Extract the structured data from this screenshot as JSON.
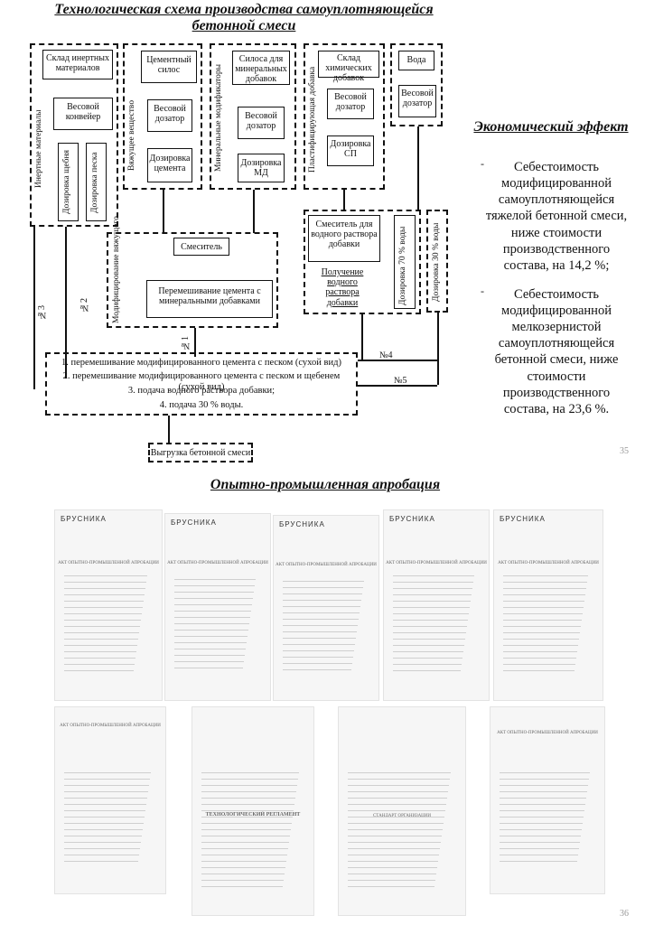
{
  "slide1": {
    "title": "Технологическая схема производства самоуплотняющейся бетонной смеси",
    "page_number": "35",
    "boxes": {
      "inert_storage": "Склад инертных материалов",
      "inert_conveyor": "Весовой конвейер",
      "gravel_dose": "Дозировка щебня",
      "sand_dose": "Дозировка песка",
      "inert_side": "Инертные материалы",
      "cement_silo": "Цементный силос",
      "cement_scale": "Весовой дозатор",
      "cement_dose": "Дозировка цемента",
      "binder_side": "Вяжущее вещество",
      "mineral_silo": "Силоса для минеральных добавок",
      "mineral_scale": "Весовой дозатор",
      "mineral_dose": "Дозировка МД",
      "mineral_side": "Минеральные модификаторы",
      "chem_storage": "Склад химических добавок",
      "chem_scale": "Весовой дозатор",
      "chem_dose": "Дозировка СП",
      "chem_side": "Пластифицирующая добавка",
      "water": "Вода",
      "water_scale": "Весовой дозатор",
      "mixer": "Смеситель",
      "mixing": "Перемешивание цемента с минеральными добавками",
      "mod_side": "Модифицирование вяжущего",
      "admix_mixer": "Смеситель для водного раствора добавки",
      "admix_result": "Получение водного раствора добавки",
      "water70": "Дозировка 70 % воды",
      "water30": "Дозировка 30 % воды",
      "unload": "Выгрузка бетонной смеси"
    },
    "steps": [
      "1. перемешивание модифицированного цемента с песком (сухой вид)",
      "2. перемешивание модифицированного цемента с песком и щебенем (сухой вид)",
      "3. подача водного раствора добавки;",
      "4. подача 30 % воды."
    ],
    "flow_labels": [
      "№1",
      "№2",
      "№3",
      "№4",
      "№5"
    ],
    "economic": {
      "heading": "Экономический эффект",
      "items": [
        "Себестоимость модифицированной самоуплотняющейся тяжелой бетонной смеси, ниже стоимости производственного состава, на 14,2 %;",
        "Себестоимость модифицированной мелкозернистой самоуплотняющейся бетонной смеси, ниже стоимости производственного состава, на 23,6 %."
      ]
    }
  },
  "slide2": {
    "title": "Опытно-промышленная апробация",
    "page_number": "36",
    "logo": "БРУСНИКА",
    "docs_top": [
      "АКТ ОПЫТНО-ПРОМЫШЛЕННОЙ АПРОБАЦИИ",
      "АКТ ОПЫТНО-ПРОМЫШЛЕННОЙ АПРОБАЦИИ",
      "АКТ ОПЫТНО-ПРОМЫШЛЕННОЙ АПРОБАЦИИ",
      "АКТ ОПЫТНО-ПРОМЫШЛЕННОЙ АПРОБАЦИИ",
      "АКТ ОПЫТНО-ПРОМЫШЛЕННОЙ АПРОБАЦИИ"
    ],
    "docs_bottom": [
      "АКТ ОПЫТНО-ПРОМЫШЛЕННОЙ АПРОБАЦИИ",
      "ТЕХНОЛОГИЧЕСКИЙ РЕГЛАМЕНТ",
      "СТАНДАРТ ОРГАНИЗАЦИИ",
      "АКТ ОПЫТНО-ПРОМЫШЛЕННОЙ АПРОБАЦИИ"
    ]
  }
}
